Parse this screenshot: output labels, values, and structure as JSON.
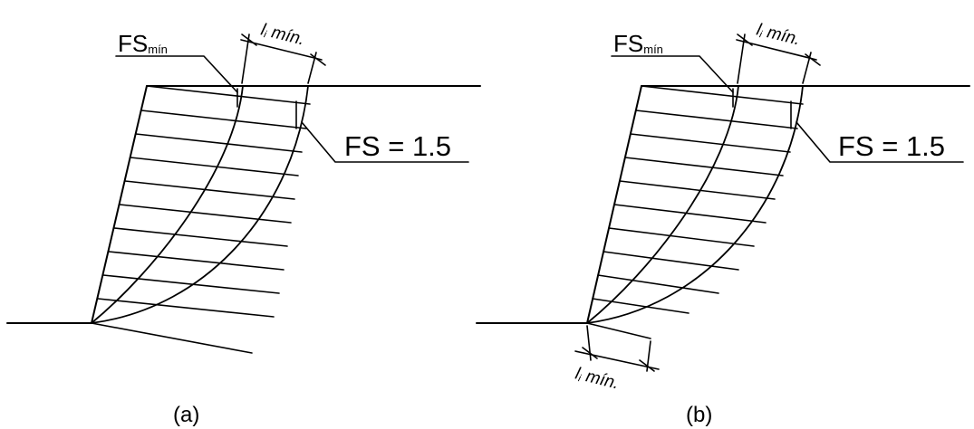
{
  "panels": [
    {
      "caption": "(a)",
      "fs_min": {
        "main": "FS",
        "sub": "mín"
      },
      "fs_value": "FS = 1.5",
      "top_dimension": {
        "main": "l",
        "sub": "i",
        "rest": " mín."
      },
      "bottom_dimension": null
    },
    {
      "caption": "(b)",
      "fs_min": {
        "main": "FS",
        "sub": "mín"
      },
      "fs_value": "FS = 1.5",
      "top_dimension": {
        "main": "l",
        "sub": "i",
        "rest": " mín."
      },
      "bottom_dimension": {
        "main": "l",
        "sub": "i",
        "rest": " mín."
      }
    }
  ]
}
